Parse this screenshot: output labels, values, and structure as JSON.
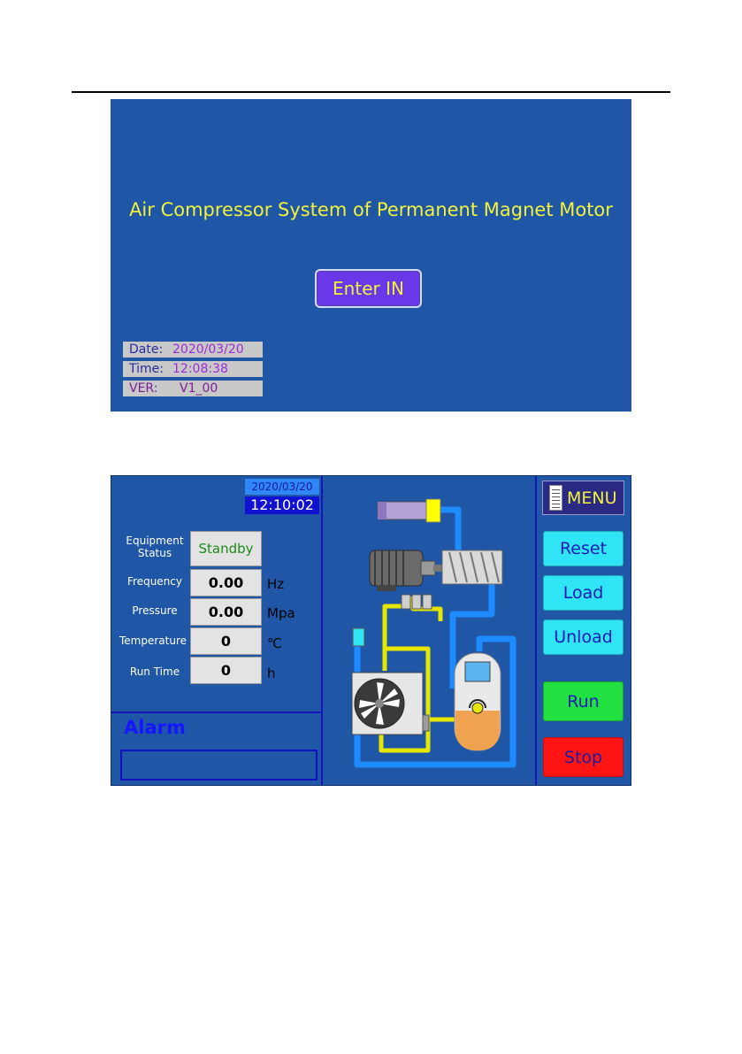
{
  "splash": {
    "title": "Air Compressor System of Permanent Magnet Motor",
    "enter_button": "Enter IN",
    "date_label": "Date:",
    "date_value": "2020/03/20",
    "time_label": "Time:",
    "time_value": "12:08:38",
    "ver_label": "VER:",
    "ver_value": "V1_00"
  },
  "main": {
    "date": "2020/03/20",
    "time": "12:10:02",
    "params": {
      "status_label_1": "Equipment",
      "status_label_2": "Status",
      "status_value": "Standby",
      "frequency_label": "Frequency",
      "frequency_value": "0.00",
      "frequency_unit": "Hz",
      "pressure_label": "Pressure",
      "pressure_value": "0.00",
      "pressure_unit": "Mpa",
      "temperature_label": "Temperature",
      "temperature_value": "0",
      "temperature_unit": "℃",
      "runtime_label": "Run Time",
      "runtime_value": "0",
      "runtime_unit": "h"
    },
    "alarm_label": "Alarm",
    "menu_label": "MENU",
    "buttons": {
      "reset": "Reset",
      "load": "Load",
      "unload": "Unload",
      "run": "Run",
      "stop": "Stop"
    }
  },
  "colors": {
    "screen_bg": "#1f56a5",
    "title_yellow": "#f2f23a",
    "pipe_blue": "#1e8cff",
    "pipe_yellow": "#e6e600",
    "run_green": "#22e040",
    "stop_red": "#ff1414",
    "cyan_button": "#2fe4f4"
  },
  "icons": [
    "document-icon",
    "motor-icon",
    "screw-compressor-icon",
    "cooling-fan-icon",
    "air-tank-icon",
    "filter-icon"
  ]
}
